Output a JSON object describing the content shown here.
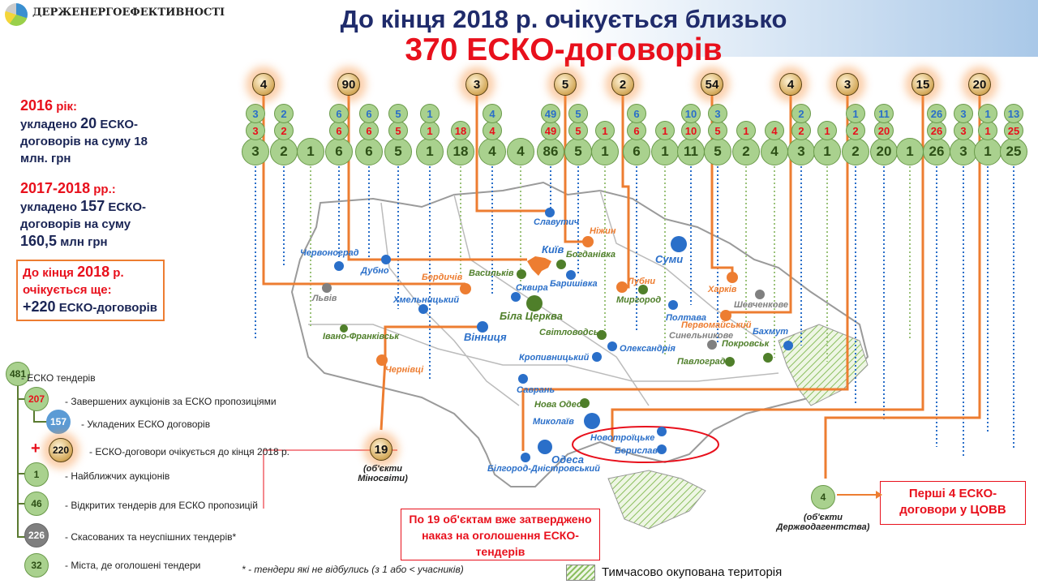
{
  "header": {
    "brand": "ДЕРЖЕНЕРГОЕФЕКТИВНОСТІ",
    "title_line1": "До кінця 2018 р. очікується близько",
    "title_line2": "370 ЕСКО-договорів"
  },
  "left": {
    "y2016_a": "2016",
    "y2016_b": " рік:",
    "y2016_c": "укладено ",
    "y2016_d": "20",
    "y2016_e": " ЕСКО-договорів на суму 18 млн. грн",
    "y2017_a": "2017-2018",
    "y2017_b": " рр.:",
    "y2017_c": "укладено ",
    "y2017_d": "157",
    "y2017_e": " ЕСКО-договорів на суму ",
    "y2017_f": "160,5",
    "y2017_g": " млн грн",
    "box_a": "До кінця ",
    "box_b": "2018",
    "box_c": " р. очікується ще:",
    "box_d": "+220",
    "box_e": " ЕСКО-договорів"
  },
  "top_orange": [
    "4",
    "90",
    "3",
    "5",
    "2",
    "54",
    "4",
    "3",
    "15",
    "20"
  ],
  "columns": [
    {
      "blue": "3",
      "red": "3",
      "green": "3"
    },
    {
      "blue": "2",
      "red": "2",
      "green": "2"
    },
    {
      "blue": "",
      "red": "",
      "green": "1"
    },
    {
      "blue": "6",
      "red": "6",
      "green": "6"
    },
    {
      "blue": "6",
      "red": "6",
      "green": "6"
    },
    {
      "blue": "5",
      "red": "5",
      "green": "5"
    },
    {
      "blue": "1",
      "red": "1",
      "green": "1"
    },
    {
      "blue": "",
      "red": "18",
      "green": "18"
    },
    {
      "blue": "4",
      "red": "4",
      "green": "4"
    },
    {
      "blue": "",
      "red": "",
      "green": "4"
    },
    {
      "blue": "49",
      "red": "49",
      "green": "86"
    },
    {
      "blue": "5",
      "red": "5",
      "green": "5"
    },
    {
      "blue": "",
      "red": "1",
      "green": "1"
    },
    {
      "blue": "6",
      "red": "6",
      "green": "6"
    },
    {
      "blue": "",
      "red": "1",
      "green": "1"
    },
    {
      "blue": "10",
      "red": "10",
      "green": "11"
    },
    {
      "blue": "3",
      "red": "5",
      "green": "5"
    },
    {
      "blue": "",
      "red": "1",
      "green": "2"
    },
    {
      "blue": "",
      "red": "4",
      "green": "4"
    },
    {
      "blue": "2",
      "red": "2",
      "green": "3"
    },
    {
      "blue": "",
      "red": "1",
      "green": "1"
    },
    {
      "blue": "1",
      "red": "2",
      "green": "2"
    },
    {
      "blue": "11",
      "red": "20",
      "green": "20"
    },
    {
      "blue": "",
      "red": "",
      "green": "1"
    },
    {
      "blue": "26",
      "red": "26",
      "green": "26"
    },
    {
      "blue": "3",
      "red": "3",
      "green": "3"
    },
    {
      "blue": "1",
      "red": "1",
      "green": "1"
    },
    {
      "blue": "13",
      "red": "25",
      "green": "25"
    }
  ],
  "cities": [
    {
      "name": "Червоноград",
      "type": "blue"
    },
    {
      "name": "Дубно",
      "type": "blue"
    },
    {
      "name": "Львів",
      "type": "gray"
    },
    {
      "name": "Хмельницький",
      "type": "blue"
    },
    {
      "name": "Бердичів",
      "type": "orange"
    },
    {
      "name": "Вінниця",
      "type": "blue"
    },
    {
      "name": "Івано-Франківськ",
      "type": "green"
    },
    {
      "name": "Чернівці",
      "type": "orange"
    },
    {
      "name": "Славутич",
      "type": "blue"
    },
    {
      "name": "Ніжин",
      "type": "orange"
    },
    {
      "name": "Київ",
      "type": "blue"
    },
    {
      "name": "Богданівка",
      "type": "green"
    },
    {
      "name": "Васильків",
      "type": "green"
    },
    {
      "name": "Баришівка",
      "type": "blue"
    },
    {
      "name": "Сквира",
      "type": "blue"
    },
    {
      "name": "Біла Церква",
      "type": "green"
    },
    {
      "name": "Лубни",
      "type": "orange"
    },
    {
      "name": "Миргород",
      "type": "green"
    },
    {
      "name": "Суми",
      "type": "blue"
    },
    {
      "name": "Харків",
      "type": "orange"
    },
    {
      "name": "Шевченкове",
      "type": "gray"
    },
    {
      "name": "Полтава",
      "type": "blue"
    },
    {
      "name": "Первомайський",
      "type": "orange"
    },
    {
      "name": "Бахмут",
      "type": "blue"
    },
    {
      "name": "Синельникове",
      "type": "gray"
    },
    {
      "name": "Покровськ",
      "type": "green"
    },
    {
      "name": "Павлоград",
      "type": "green"
    },
    {
      "name": "Світловодськ",
      "type": "green"
    },
    {
      "name": "Олександрія",
      "type": "blue"
    },
    {
      "name": "Кропивницький",
      "type": "blue"
    },
    {
      "name": "Саврань",
      "type": "blue"
    },
    {
      "name": "Нова Одеса",
      "type": "green"
    },
    {
      "name": "Миколаїв",
      "type": "blue"
    },
    {
      "name": "Одеса",
      "type": "blue"
    },
    {
      "name": "Білгород-Дністровський",
      "type": "blue"
    },
    {
      "name": "Новотроїцьке",
      "type": "blue"
    },
    {
      "name": "Берислав",
      "type": "blue"
    }
  ],
  "colors": {
    "blue": "#2a6fc9",
    "green": "#4f7f2a",
    "gray": "#808080",
    "orange": "#ed7d31",
    "red": "#e8101c",
    "navy": "#1f2b6b"
  },
  "legend": [
    {
      "value": "481",
      "label": "- ЕСКО тендерів",
      "style": "green"
    },
    {
      "value": "207",
      "label": "- Завершених аукціонів за ЕСКО пропозиціями",
      "style": "green-red"
    },
    {
      "value": "157",
      "label": "- Укладених ЕСКО договорів",
      "style": "blue"
    },
    {
      "value": "220",
      "label": "- ЕСКО-договори очікується до кінця 2018  р.",
      "style": "orange",
      "prefix": "+"
    },
    {
      "value": "1",
      "label": "- Найближчих аукціонів",
      "style": "green"
    },
    {
      "value": "46",
      "label": "- Відкритих тендерів для ЕСКО пропозицій",
      "style": "green"
    },
    {
      "value": "226",
      "label": "- Скасованих та неуспішних тендерів*",
      "style": "gray"
    },
    {
      "value": "32",
      "label": "- Міста, де оголошені тендери",
      "style": "green"
    }
  ],
  "footnote": "* - тендери які не відбулись (з 1 або < учасників)",
  "mon": {
    "value": "19",
    "caption": "(об'єкти Міносвіти)",
    "box": "По 19 об'єктам вже затверджено наказ на оголошення ЕСКО-тендерів"
  },
  "water": {
    "value": "4",
    "caption": "(об'єкти Держводагентства)",
    "box": "Перші 4 ЕСКО-договори  у ЦОВВ"
  },
  "occupied_legend": "Тимчасово окупована територія"
}
